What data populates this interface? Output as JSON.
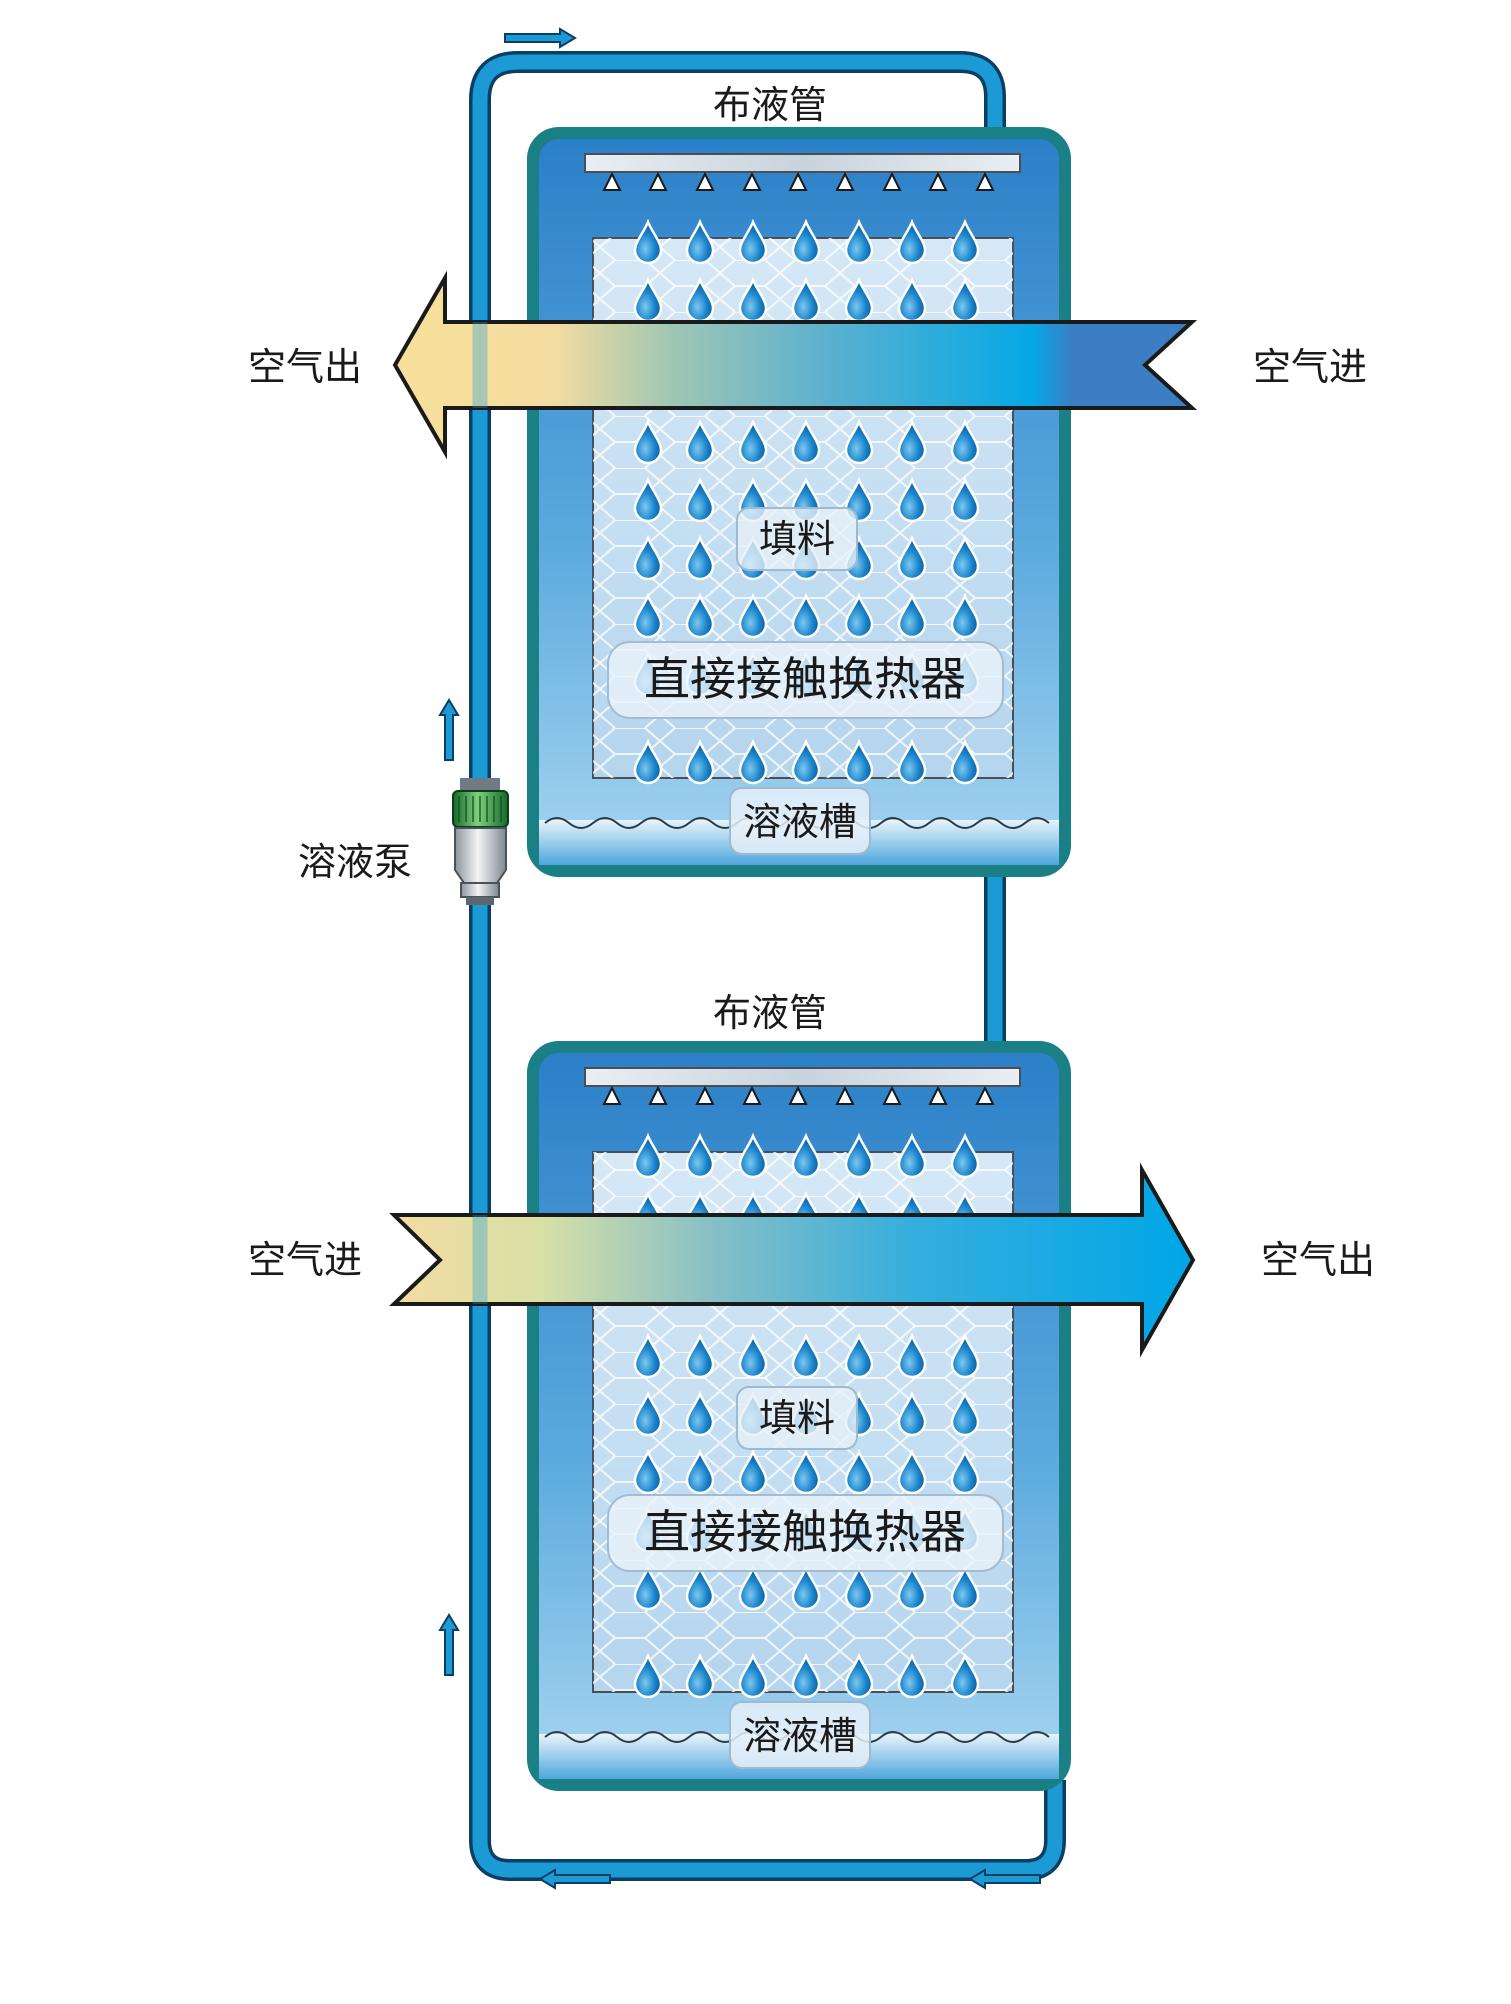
{
  "labels": {
    "top_spray_pipe": "布液管",
    "bottom_spray_pipe": "布液管",
    "top_air_out": "空气出",
    "top_air_in": "空气进",
    "bottom_air_in": "空气进",
    "bottom_air_out": "空气出",
    "top_packing": "填料",
    "bottom_packing": "填料",
    "top_exchanger": "直接接触换热器",
    "bottom_exchanger": "直接接触换热器",
    "top_tank": "溶液槽",
    "bottom_tank": "溶液槽",
    "pump": "溶液泵"
  },
  "colors": {
    "pipe_fill": "#1b9ad6",
    "pipe_edge": "#0b3e63",
    "vessel_border": "#1b7f86",
    "vessel_fill": "#2f8fd3",
    "packing_bg": "#cfe3f4",
    "drop": "#1577c2",
    "air_warm": "#f6dfa1",
    "air_cool": "#02a7e4",
    "air_deep": "#3a7ec4",
    "pump_green": "#2f9c3c"
  }
}
